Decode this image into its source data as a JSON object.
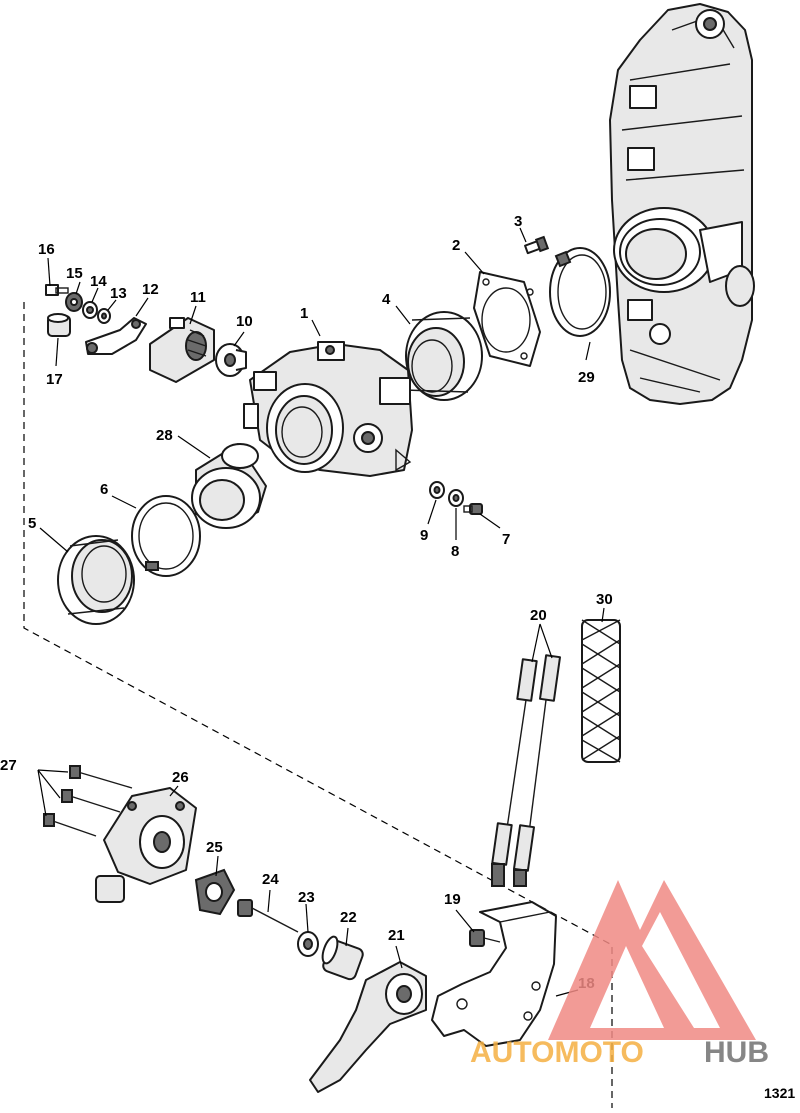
{
  "callouts": [
    "1",
    "2",
    "3",
    "4",
    "5",
    "6",
    "7",
    "8",
    "9",
    "10",
    "11",
    "12",
    "13",
    "14",
    "15",
    "16",
    "17",
    "18",
    "19",
    "20",
    "21",
    "22",
    "23",
    "24",
    "25",
    "26",
    "27",
    "28",
    "29",
    "30"
  ],
  "figure_number": "1321",
  "watermark": {
    "part1": "AUTOMOTO",
    "part2": "HUB",
    "color_primary": "#f08a84",
    "color_accent": "#f5c542",
    "color_text2": "#7a7a7a"
  }
}
